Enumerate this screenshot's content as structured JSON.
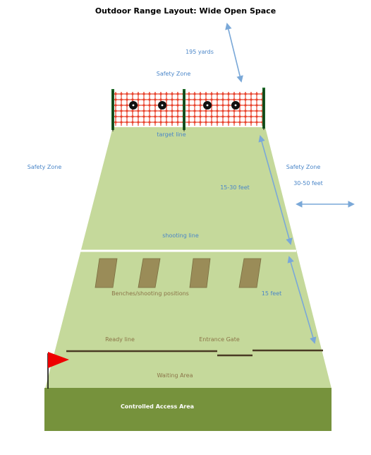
{
  "title": "Outdoor Range Layout: Wide Open Space",
  "labels": {
    "yards_195": "195 yards",
    "safety_zone_top": "Safety Zone",
    "safety_zone_left": "Safety Zone",
    "safety_zone_right": "Safety Zone",
    "target_line": "target line",
    "feet_15_30": "15-30 feet",
    "feet_30_50": "30-50 feet",
    "shooting_line": "shooting line",
    "benches": "Benches/shooting positions",
    "feet_15": "15 feet",
    "ready_line": "Ready line",
    "entrance_gate": "Entrance Gate",
    "waiting_area": "Waiting Area",
    "controlled_access": "Controlled Access Area"
  },
  "colors": {
    "range_fill": "#c5d99b",
    "access_fill": "#76923c",
    "bench_fill": "#9a8c58",
    "label_blue": "#4a86c8",
    "label_brown": "#8b7448",
    "arrow_blue": "#7aa8d8",
    "net_red": "#e8402a",
    "post_green": "#1f6b2a",
    "flag_red": "#ee0000"
  }
}
